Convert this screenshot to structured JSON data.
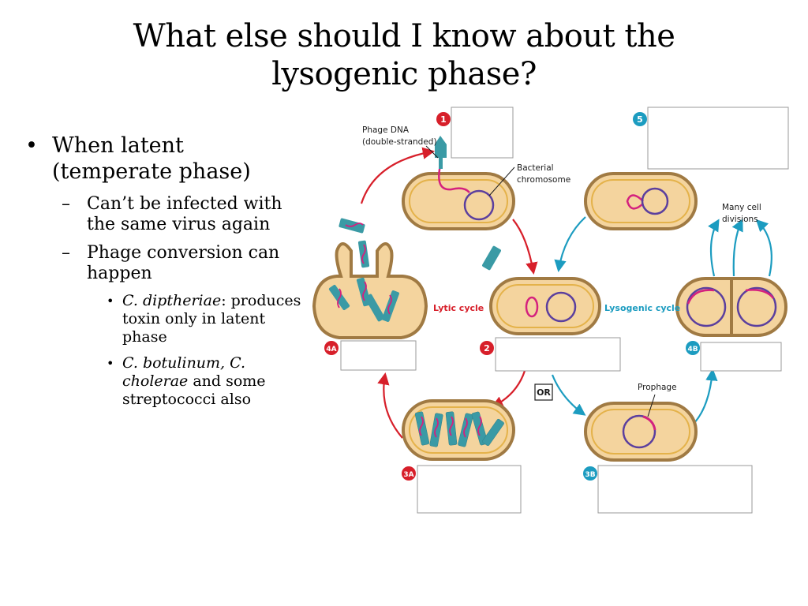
{
  "slide": {
    "title_line1": "What else should I know about the",
    "title_line2": "lysogenic phase?"
  },
  "bullets": {
    "b1": {
      "text": "When latent (temperate phase)"
    },
    "b1_1": {
      "text": "Can’t be infected with the same virus again"
    },
    "b1_2": {
      "text": "Phage conversion can happen"
    },
    "b1_2_1": {
      "italic": "C. diptheriae",
      "rest": ": produces toxin only in latent phase"
    },
    "b1_2_2": {
      "italic": "C. botulinum, C. cholerae",
      "rest": " and some streptococci also"
    }
  },
  "diagram": {
    "labels": {
      "phage_dna_1": "Phage DNA",
      "phage_dna_2": "(double-stranded)",
      "bact_chrom_1": "Bacterial",
      "bact_chrom_2": "chromosome",
      "many_div_1": "Many cell",
      "many_div_2": "divisions",
      "prophage": "Prophage",
      "lytic": "Lytic cycle",
      "lysogenic": "Lysogenic cycle",
      "or": "OR"
    },
    "badges": [
      "1",
      "2",
      "3A",
      "4A",
      "5",
      "4B",
      "3B"
    ],
    "colors": {
      "lytic_red": "#d71f2a",
      "lysogenic_blue": "#1c9cc0",
      "cell_fill": "#f4d49e",
      "cell_border": "#a07a43",
      "phage_teal": "#3a9aa5",
      "dna_magenta": "#d4217e",
      "chromosome_purple": "#5b3f9e"
    }
  }
}
